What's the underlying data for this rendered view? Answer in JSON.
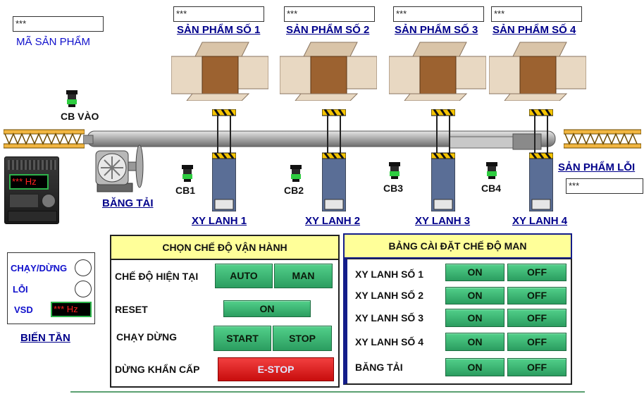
{
  "product_code": {
    "value": "***",
    "label": "MÃ SẢN PHẨM"
  },
  "products": [
    {
      "label": "SẢN PHẨM SỐ 1",
      "value": "***"
    },
    {
      "label": "SẢN PHẨM SỐ 2",
      "value": "***"
    },
    {
      "label": "SẢN PHẨM SỐ 3",
      "value": "***"
    },
    {
      "label": "SẢN PHẨM SỐ 4",
      "value": "***"
    }
  ],
  "sensors": {
    "input": "CB VÀO",
    "cb1": "CB1",
    "cb2": "CB2",
    "cb3": "CB3",
    "cb4": "CB4"
  },
  "cylinders": [
    "XY LANH 1",
    "XY LANH 2",
    "XY LANH 3",
    "XY LANH 4"
  ],
  "conveyor_label": "BĂNG TẢI",
  "defect": {
    "label": "SẢN PHẨM LỖI",
    "value": "***"
  },
  "vfd": {
    "display": "*** Hz",
    "status_run": "CHẠY/DỪNG",
    "status_error": "LỖI",
    "vsd_label": "VSD",
    "vsd_value": "*** Hz",
    "label": "BIẾN TẦN"
  },
  "mode_panel": {
    "title": "CHỌN CHẾ ĐỘ VẬN HÀNH",
    "current_mode_label": "CHẾ ĐỘ HIỆN TẠI",
    "auto": "AUTO",
    "man": "MAN",
    "reset_label": "RESET",
    "reset_btn": "ON",
    "run_label": "CHẠY DỪNG",
    "start": "START",
    "stop": "STOP",
    "estop_label": "DỪNG KHẨN CẤP",
    "estop": "E-STOP"
  },
  "man_panel": {
    "title": "BẢNG CÀI ĐẶT CHẾ ĐỘ MAN",
    "rows": [
      {
        "label": "XY LANH SỐ 1",
        "on": "ON",
        "off": "OFF"
      },
      {
        "label": "XY LANH SỐ 2",
        "on": "ON",
        "off": "OFF"
      },
      {
        "label": "XY LANH SỐ 3",
        "on": "ON",
        "off": "OFF"
      },
      {
        "label": "XY LANH SỐ 4",
        "on": "ON",
        "off": "OFF"
      },
      {
        "label": "BĂNG TẢI",
        "on": "ON",
        "off": "OFF"
      }
    ]
  },
  "colors": {
    "button_green": "#3bb673",
    "button_red": "#e02020",
    "panel_header": "#ffff99",
    "link_blue": "#00008b",
    "estop_text": "#dfe8ff"
  }
}
